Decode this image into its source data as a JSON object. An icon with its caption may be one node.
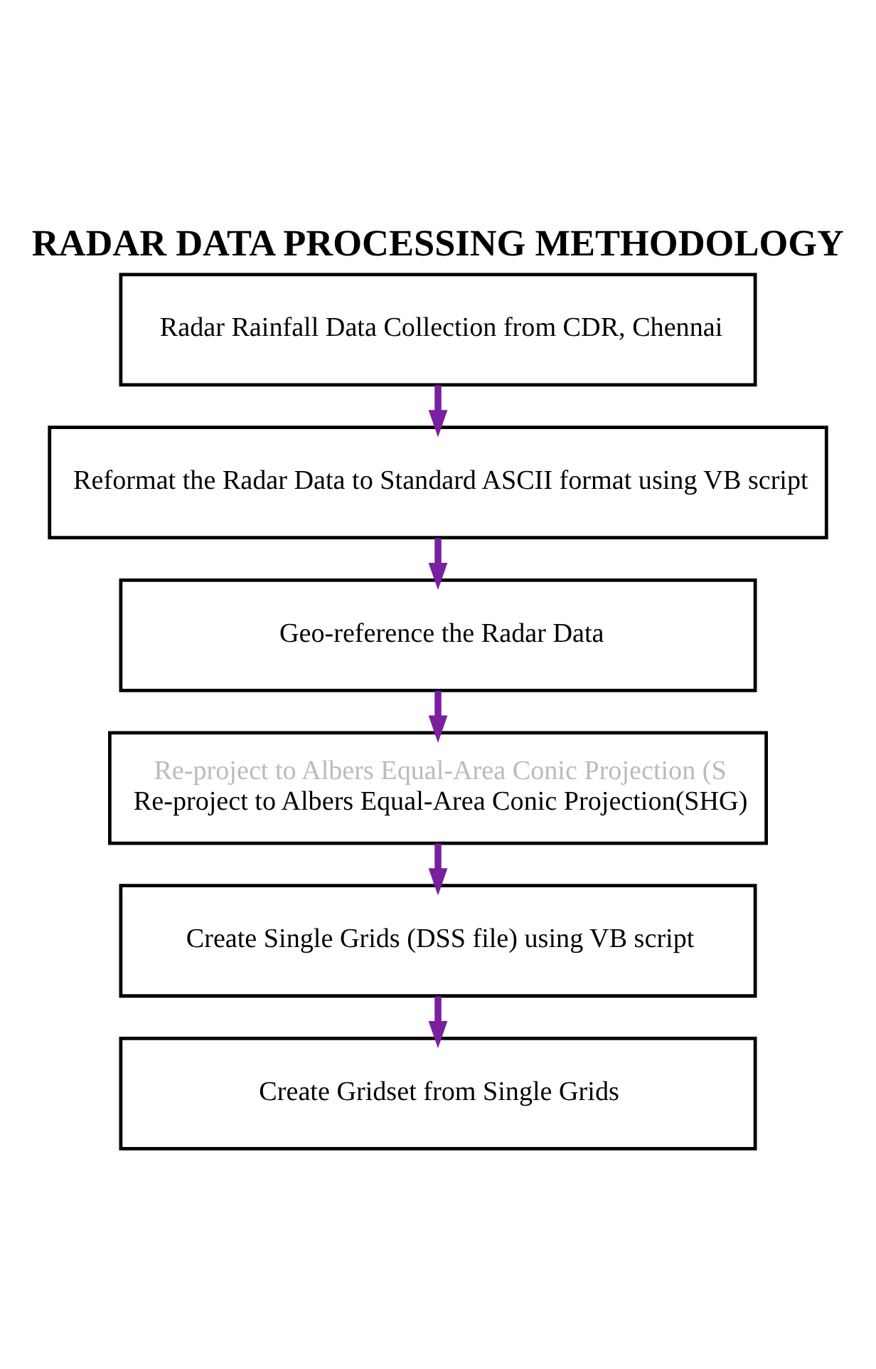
{
  "diagram": {
    "title": "RADAR DATA PROCESSING METHODOLOGY",
    "nodes": [
      {
        "text": [
          "Radar Rainfall Data Collection from CDR, Chennai"
        ]
      },
      {
        "text": [
          "Reformat the Radar Data to Standard ASCII format using VB script"
        ]
      },
      {
        "text": [
          "Geo-reference the Radar Data"
        ]
      },
      {
        "text": [
          "Re-project to Albers Equal-Area Conic Projection (S",
          "Re-project to Albers Equal-Area Conic Projection(SHG)"
        ]
      },
      {
        "text": [
          "Create Single Grids (DSS file) using VB script"
        ]
      },
      {
        "text": [
          "Create Gridset from Single Grids"
        ]
      }
    ],
    "edges": [
      {
        "from": 0,
        "to": 1,
        "arrow": "to"
      },
      {
        "from": 1,
        "to": 2,
        "arrow": "to"
      },
      {
        "from": 2,
        "to": 3,
        "arrow": "to"
      },
      {
        "from": 3,
        "to": 4,
        "arrow": "to"
      },
      {
        "from": 4,
        "to": 5,
        "arrow": "to"
      }
    ]
  }
}
